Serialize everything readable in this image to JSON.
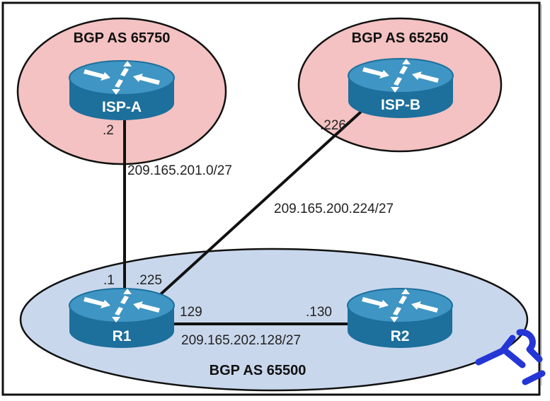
{
  "as_zones": {
    "isp_a": {
      "label": "BGP AS 65750",
      "fill": "#f4c2c2"
    },
    "isp_b": {
      "label": "BGP AS 65250",
      "fill": "#f4c2c2"
    },
    "local": {
      "label": "BGP AS 65500",
      "fill": "#c9d7ec"
    }
  },
  "routers": {
    "isp_a": {
      "label": "ISP-A",
      "icon": "router-icon"
    },
    "isp_b": {
      "label": "ISP-B",
      "icon": "router-icon"
    },
    "r1": {
      "label": "R1",
      "icon": "router-icon"
    },
    "r2": {
      "label": "R2",
      "icon": "router-icon"
    }
  },
  "links": {
    "isp_a_r1": {
      "subnet": "209.165.201.0/27",
      "isp_a_if": ".2",
      "r1_if": ".1"
    },
    "isp_b_r1": {
      "subnet": "209.165.200.224/27",
      "isp_b_if": ".226",
      "r1_if": ".225"
    },
    "r1_r2": {
      "subnet": "209.165.202.128/27",
      "r1_if": "129",
      "r2_if": ".130"
    }
  },
  "colors": {
    "router_body": "#1d6f9c",
    "router_top": "#3f95c3",
    "link": "#111111",
    "border": "#111111",
    "watermark": "#2436d6"
  }
}
